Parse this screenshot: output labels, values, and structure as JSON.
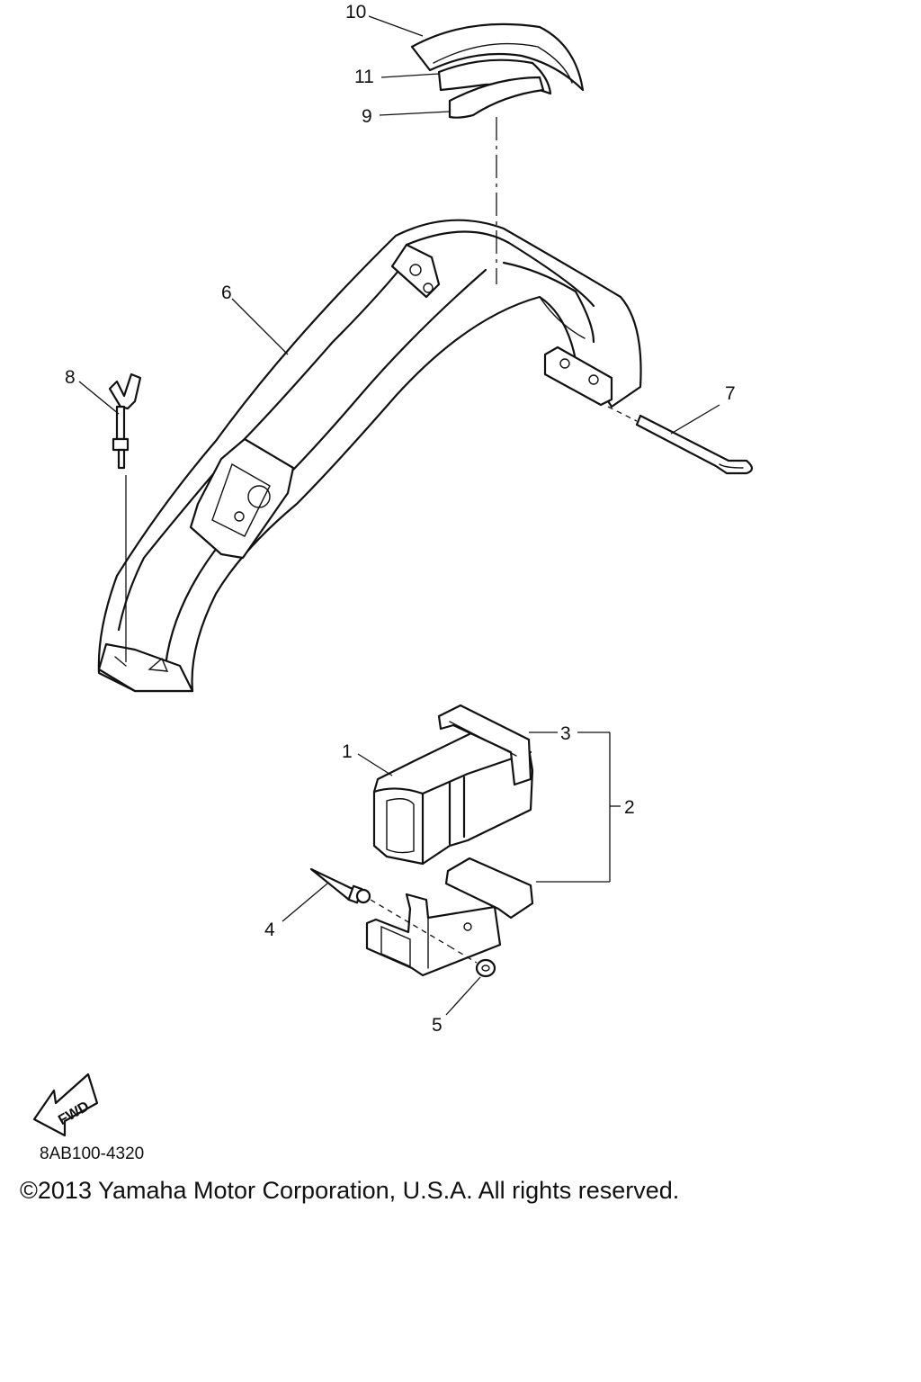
{
  "diagram": {
    "callouts": [
      "1",
      "2",
      "3",
      "4",
      "5",
      "6",
      "7",
      "8",
      "9",
      "10",
      "11"
    ],
    "fwd_label": "FWD",
    "code": "8AB100-4320",
    "copyright": "©2013 Yamaha Motor Corporation, U.S.A. All rights reserved."
  }
}
